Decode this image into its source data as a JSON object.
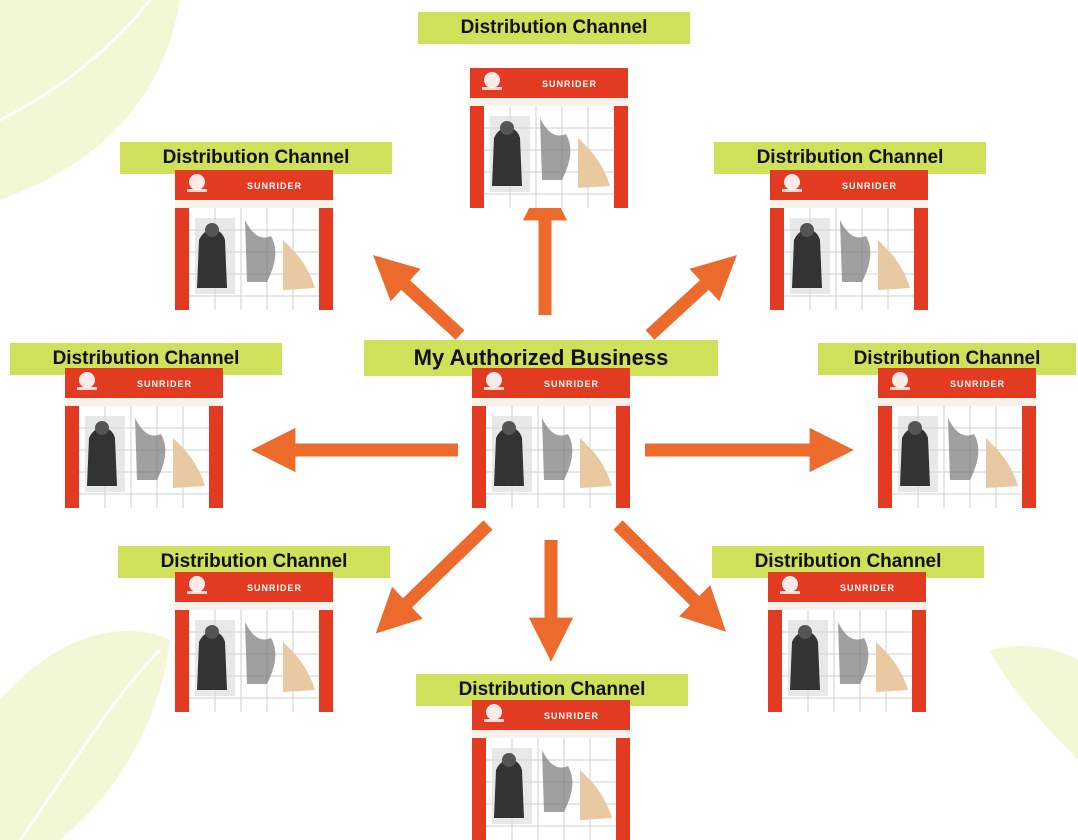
{
  "center": {
    "label": "My Authorized Business",
    "brand": "SUNRIDER"
  },
  "channels": [
    {
      "label": "Distribution Channel",
      "brand": "SUNRIDER"
    },
    {
      "label": "Distribution Channel",
      "brand": "SUNRIDER"
    },
    {
      "label": "Distribution Channel",
      "brand": "SUNRIDER"
    },
    {
      "label": "Distribution Channel",
      "brand": "SUNRIDER"
    },
    {
      "label": "Distribution Channel",
      "brand": "SUNRIDER"
    },
    {
      "label": "Distribution Channel",
      "brand": "SUNRIDER"
    },
    {
      "label": "Distribution Channel",
      "brand": "SUNRIDER"
    },
    {
      "label": "Distribution Channel",
      "brand": "SUNRIDER"
    }
  ],
  "colors": {
    "label_bg": "#cfe05a",
    "arrow": "#ec6a2c",
    "store_red": "#e23b22",
    "leaf": "#f2f7d6"
  }
}
